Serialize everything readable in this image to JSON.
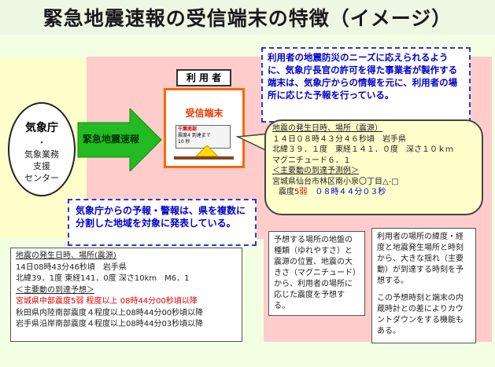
{
  "title": "緊急地震速報の受信端末の特徴（イメージ）",
  "jma": {
    "name": "気象庁",
    "sub_lines": [
      "・",
      "気象業務",
      "支援",
      "センター"
    ]
  },
  "arrow_label": "緊急地震速報",
  "user_label": "利 用 者",
  "terminal": {
    "label": "受信端末",
    "screen_title": "千葉南部",
    "screen_lines": [
      "震度4 到達まで",
      "10 秒"
    ]
  },
  "top_note": "利用者の地震防災のニーズに応えられるように、気象庁長官の許可を得た事業者が製作する端末は、気象庁からの情報を元に、利用者の場所に応じた予報を行っている。",
  "bubble": {
    "heading": "地震の発生日時、場所（震源）",
    "line1": "１４日０８時４３分４６秒頃　岩手県",
    "line2": "北緯３９．１度　東経１４１．０度　深さ１０ｋｍ",
    "line3": "マグニチュード６．１",
    "sub_heading": "＜主要動の到達予測例＞",
    "place": "宮城県仙台市林区南小泉〇丁目△-□",
    "intensity_prefix": "震度",
    "intensity_value": "5弱",
    "arrival_time": "０８時４４分０３秒"
  },
  "tip_note": "気象庁からの予報・警報は、県を複数に分割した地域を対象に発表している。",
  "sample": {
    "heading": "地震の発生日時、場所(震源)",
    "line1": "14日08時43分46秒頃　岩手県",
    "line2": "北緯39．1度 東経141．0度 深さ10km　M6．1",
    "sub_heading": "＜主要動の到達予想＞",
    "red_line": "宮城県中部震度5弱 程度以上 08時44分00秒頃以降",
    "line3": "秋田県内陸南部震度４程度以上08時44分00秒頃以降",
    "line4": "岩手県沿岸南部震度４程度以上08時44分03秒頃以降"
  },
  "explain1": "予想する場所の地盤の種類（ゆれやすさ）と震源の位置、地震の大きさ（マグニチュード）から、利用者の場所に応じた震度を予想する。",
  "explain2": {
    "p1": "利用者の場所の緯度・経度と地震発生場所と時刻から、大きな揺れ（主要動）が到達する時刻を予想する。",
    "p2": "この予想時刻と端末の内蔵時計との差によりカウントダウンをする機能もある。"
  },
  "colors": {
    "arrow_fill": "#22bb22",
    "terminal_border": "#ff6600",
    "note_border": "#3333cc",
    "pink_zone": "#ffcccc",
    "yellow_zone": "#ffffcc"
  }
}
